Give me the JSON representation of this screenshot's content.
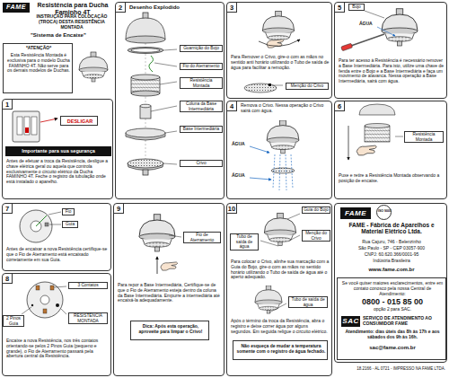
{
  "diagram": {
    "title": "Resistência para Ducha Faminho 4T",
    "nodes": [
      {
        "text": [
          "FAME"
        ]
      },
      {
        "text": [
          "*ATENÇÃO*",
          "Esta Resistência Montada é exclusiva para o modelo Ducha FAMINHO 4T. Não serve para os demais modelos de Duchas."
        ]
      },
      {
        "text": [
          "1",
          "Antes de efetuar a troca da Resistência, desligue a chave elétrica geral ou aquela que controla exclusivamente o circuito elétrico da Ducha FAMINHO 4T. Feche o registro da tubulação onde está instalado o aparelho."
        ]
      },
      {
        "text": [
          "DESLIGAR"
        ],
        "in": 2
      },
      {
        "text": [
          "Importante para sua segurança"
        ],
        "in": 2
      },
      {
        "text": [
          "2",
          "Desenho Explodido"
        ]
      },
      {
        "text": [
          "3",
          "Para Remover o Crivo, gire-o com as mãos no sentido anti horário utilizando o Tubo de saída de água para facilitar a remoção."
        ]
      },
      {
        "text": [
          "4",
          "Remova o Crivo. Nessa operação o Crivo sairá com água."
        ]
      },
      {
        "text": [
          "5",
          "Para ter acesso à Resistência é necessário remover a Base Intermediária. Para isto, utilize uma chave de fenda entre o Bojo e a Base Intermediária e faça um movimento de alavanca. Nessa operação a Base Intermediária, sairá com água."
        ]
      },
      {
        "text": [
          "6",
          "Puxe e retire a Resistência Montada observando a posição de encaixe."
        ]
      },
      {
        "text": [
          "7",
          "Antes de encaixar a nova Resistência certifique-se que o Fio de Aterramento está encaixado corretamente em sua Guia."
        ]
      },
      {
        "text": [
          "8",
          "Encaixe a nova Resistência, nos três contatos orientando-se pelos 2 Pinos Guia (pequeno e grande), o Fio de Aterramento passará pela abertura central da Resistência."
        ]
      },
      {
        "text": [
          "9",
          "Para repor a Base Intermediária, Certifique-se de que o Fio de Aterramento esteja dentro da coluna da Base Intermediária. Empurre a intermediária até encaixá-la adequadamente."
        ]
      },
      {
        "text": [
          "Dica: Após esta operação, aproveite para limpar o Crivo!"
        ],
        "in": 12
      },
      {
        "text": [
          "10",
          "Para colocar o Crivo, alinhe sua marcação com a Guia do Bojo, gire-o com as mãos no sentido horário utilizando o Tubo de saída de água até o aperto adequado.",
          "Após o término da troca da Resistência, abra o registro e deixe correr água por alguns segundos. Em seguida religue o circuito elétrico."
        ]
      },
      {
        "text": [
          "Não esqueça de mudar a temperatura somente com o registro de água fechado."
        ],
        "in": 14
      },
      {
        "text": [
          "FAME - Fábrica de Aparelhos e Material Elétrico Ltda.",
          "Rua Cajuru, 746 - Belenzinho",
          "São Paulo - SP - CEP 03057-900",
          "CNPJ: 60.620.366/0001-95",
          "Indústria Brasileira",
          "www.fame.com.br"
        ]
      },
      {
        "text": [
          "FAME"
        ],
        "in": 16
      },
      {
        "text": [
          "ISO 9001"
        ],
        "in": 16
      },
      {
        "text": [
          "Se você quiser maiores esclarecimentos, entre em contato conosco pela nossa Central de Atendimento:",
          "0800 - 015 85 00",
          "opção 2 para SAC.",
          "SERVIÇO DE ATENDIMENTO AO CONSUMIDOR FAME",
          "Atendimento: dias úteis das 8h às 17h e aos sábados dos 9h às 16h.",
          "sac@fame.com.br"
        ],
        "in": 16
      },
      {
        "text": [
          "SAC"
        ],
        "in": 19
      }
    ],
    "labels": [
      "INSTRUÇÃO PARA COLOCAÇÃO (TROCA) DESTA RESISTÊNCIA MONTADA",
      "\"Sistema de Encaixe\"",
      "Guarnição do Bojo",
      "Fio do Aterramento",
      "Resistência Montada",
      "Coluna da Base Intermediária",
      "Base Intermediária",
      "Crivo",
      "Menção do Crivo",
      "ÁGUA",
      "ÁGUA",
      "Bojo",
      "ÁGUA",
      "Resistência Montada",
      "Fio",
      "Guia",
      "3 Contatos",
      "2 Pinos Guia",
      "RESISTÊNCIA MONTADA",
      "Fio de Aterramento",
      "Guia do Bojo",
      "Tubo de saída de água",
      "Menção do Crivo",
      "Tubo de saída de água",
      "18.2166 - AL 0721 - IMPRESSO NA FAME LTDA."
    ]
  }
}
